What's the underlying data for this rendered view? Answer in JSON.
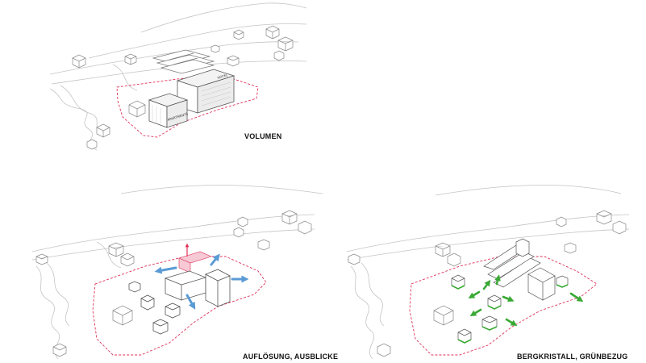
{
  "captions": {
    "volumen": "VOLUMEN",
    "aufloesung": "AUFLÖSUNG, AUSBLICKE",
    "bergkristall": "BERGKRISTALL, GRÜNBEZUG"
  },
  "building_labels": {
    "hotel": "HOTEL",
    "apartments": "APARTMENTS"
  },
  "colors": {
    "site_boundary": "#e0335a",
    "view_arrows": "#5b9bd5",
    "green_arrows": "#3aa935",
    "height_arrow": "#e0335a",
    "highlight_fill": "#f6c9d4",
    "linework": "#9a9a9a"
  }
}
